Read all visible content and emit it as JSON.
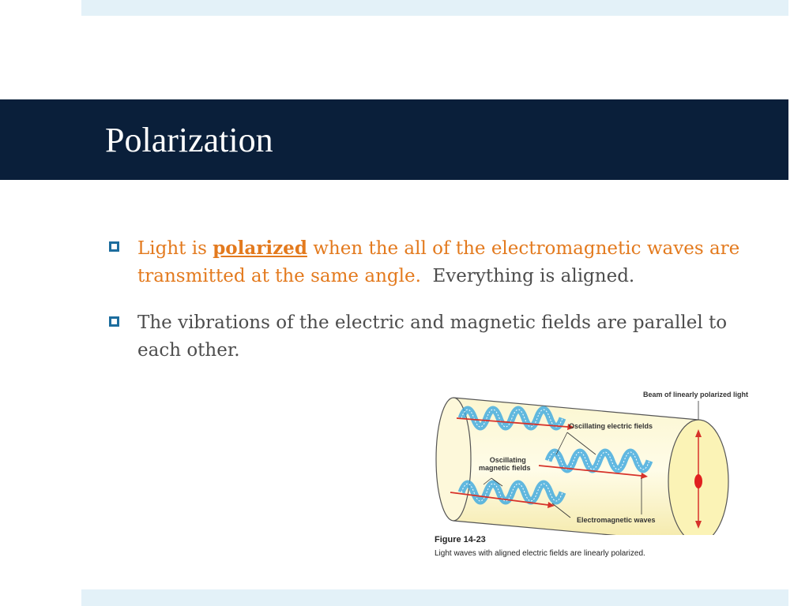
{
  "slide": {
    "title": "Polarization",
    "bullets": [
      {
        "part1": "Light is ",
        "keyword": "polarized",
        "part2": " when the all of the electromagnetic waves are transmitted at the same angle.",
        "part3": "  Everything is aligned."
      },
      {
        "text": "The vibrations of the electric and magnetic fields are parallel to each other."
      }
    ]
  },
  "figure": {
    "labels": {
      "beam": "Beam of linearly polarized light",
      "electric": "Oscillating electric fields",
      "magnetic_line1": "Oscillating",
      "magnetic_line2": "magnetic fields",
      "em_waves": "Electromagnetic waves"
    },
    "caption_title": "Figure 14-23",
    "caption_text": "Light waves with aligned electric fields are linearly polarized."
  },
  "colors": {
    "title_bar": "#0a1f3a",
    "accent_orange": "#e37a1e",
    "bullet_blue": "#1d6d9e",
    "strip": "#e3f1f8"
  }
}
